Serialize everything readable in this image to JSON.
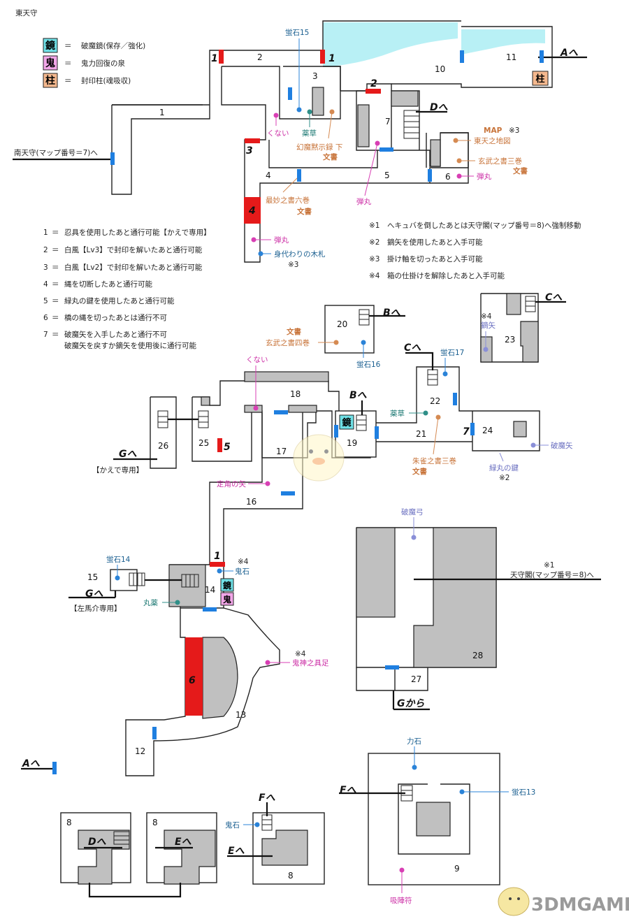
{
  "title": "東天守",
  "legend_symbols": [
    {
      "mark": "鏡",
      "eq": "＝",
      "text": "破魔鏡(保存／強化)",
      "color": "#6fe0e6"
    },
    {
      "mark": "鬼",
      "eq": "＝",
      "text": "鬼力回復の泉",
      "color": "#f2a6e8"
    },
    {
      "mark": "柱",
      "eq": "＝",
      "text": "封印柱(魂吸収)",
      "color": "#f4b88e"
    }
  ],
  "seal_notes": [
    {
      "num": "1",
      "eq": "＝",
      "text": "忍具を使用したあと通行可能【かえで専用】"
    },
    {
      "num": "2",
      "eq": "＝",
      "text": "白風【Lv3】で封印を解いたあと通行可能"
    },
    {
      "num": "3",
      "eq": "＝",
      "text": "白風【Lv2】で封印を解いたあと通行可能"
    },
    {
      "num": "4",
      "eq": "＝",
      "text": "縄を切断したあと通行可能"
    },
    {
      "num": "5",
      "eq": "＝",
      "text": "緑丸の鍵を使用したあと通行可能"
    },
    {
      "num": "6",
      "eq": "＝",
      "text": "橋の縄を切ったあとは通行不可"
    },
    {
      "num": "7",
      "eq": "＝",
      "text": "破魔矢を入手したあと通行不可"
    },
    {
      "num": "",
      "eq": "",
      "text": "破魔矢を戻すか鏑矢を使用後に通行可能"
    }
  ],
  "footnotes": [
    "※1　へキュバを倒したあとは天守閣(マップ番号＝8)へ強制移動",
    "※2　鏑矢を使用したあと入手可能",
    "※3　掛け軸を切ったあと入手可能",
    "※4　箱の仕掛けを解除したあと入手可能"
  ],
  "rooms": [
    "1",
    "2",
    "3",
    "4",
    "5",
    "6",
    "7",
    "8",
    "8",
    "8",
    "9",
    "10",
    "11",
    "12",
    "13",
    "14",
    "15",
    "16",
    "17",
    "18",
    "19",
    "20",
    "21",
    "22",
    "23",
    "24",
    "25",
    "26",
    "27",
    "28"
  ],
  "seal_marks": [
    "1",
    "1",
    "2",
    "3",
    "4",
    "5",
    "6",
    "7",
    "1"
  ],
  "exits": {
    "a1": "Aへ",
    "d1": "Dへ",
    "b1": "Bへ",
    "c1": "Cへ",
    "c2": "Cへ",
    "b2": "Bへ",
    "g1": "Gへ",
    "g2": "Gへ",
    "g3": "Gから",
    "a2": "Aへ",
    "d2": "Dへ",
    "e1": "Eへ",
    "f1": "Fへ",
    "e2": "Eへ",
    "f2": "Fへ"
  },
  "exit_notes": {
    "south": "南天守(マップ番号＝7)へ",
    "kaede": "【かえで専用】",
    "samanosuke": "【左馬介専用】",
    "tenshu_mark": "※1",
    "tenshu": "天守閣(マップ番号＝8)へ"
  },
  "items": {
    "hotaru15": "蛍石15",
    "kunai1": "くない",
    "yakusou1": "薬草",
    "genma1": "幻魔黙示録 下",
    "bunsho1": "文書",
    "map_tag": "MAP",
    "map_note": "※3",
    "higashi_map": "東天之地図",
    "genbu3": "玄武之書三巻",
    "bunsho2": "文書",
    "dangan1": "弾丸",
    "saimyou": "最妙之書六巻",
    "bunsho3": "文書",
    "dangan2": "弾丸",
    "dangan3": "弾丸",
    "migawari": "身代わりの木札",
    "migawari_note": "※3",
    "bunsho4": "文書",
    "genbu4": "玄武之書四巻",
    "hotaru16": "蛍石16",
    "kabura_note": "※4",
    "kaburaya": "鏑矢",
    "hotaru17": "蛍石17",
    "kunai2": "くない",
    "yakusou2": "薬草",
    "suzaku": "朱雀之書三巻",
    "bunsho5": "文書",
    "midorimaru": "緑丸の鍵",
    "midorimaru_note": "※2",
    "hamaya": "破魔矢",
    "jougaku": "定角の矢",
    "hotaru14": "蛍石14",
    "oniishi_note": "※4",
    "oniishi1": "鬼石",
    "ganyaku": "丸薬",
    "kishin_note": "※4",
    "kishin": "鬼神之具足",
    "hamakyu": "破魔弓",
    "chikaraishi": "力石",
    "hotaru13": "蛍石13",
    "kyujin": "吸陣符",
    "oniishi2": "鬼石"
  },
  "map_icons": {
    "mirror": "鏡",
    "oni": "鬼",
    "pillar": "柱"
  },
  "watermark": "3DMGAME"
}
